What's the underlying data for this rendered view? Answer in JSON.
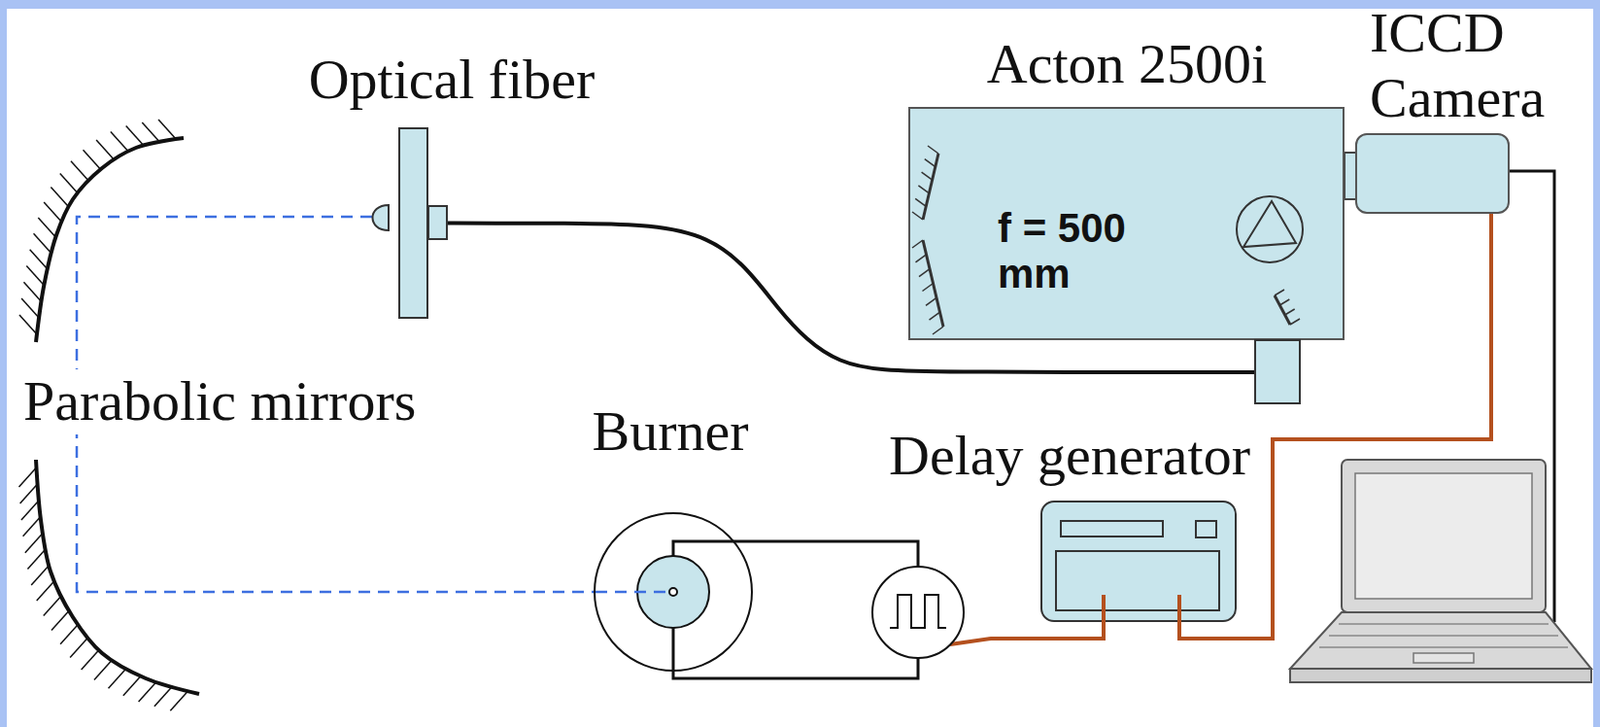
{
  "diagram": {
    "nodes": [
      {
        "text": [
          "Optical fiber"
        ]
      },
      {
        "text": [
          "Acton 2500i",
          "f = 500 mm"
        ]
      },
      {
        "text": [
          "ICCD Camera"
        ]
      },
      {
        "text": [
          "Burner"
        ]
      },
      {
        "text": [
          "Delay generator"
        ]
      }
    ],
    "edges": [
      {
        "from": 0,
        "to": 1,
        "arrow": "none"
      },
      {
        "from": 4,
        "to": 2,
        "arrow": "none"
      }
    ],
    "labels": [
      "Parabolic mirrors"
    ]
  }
}
